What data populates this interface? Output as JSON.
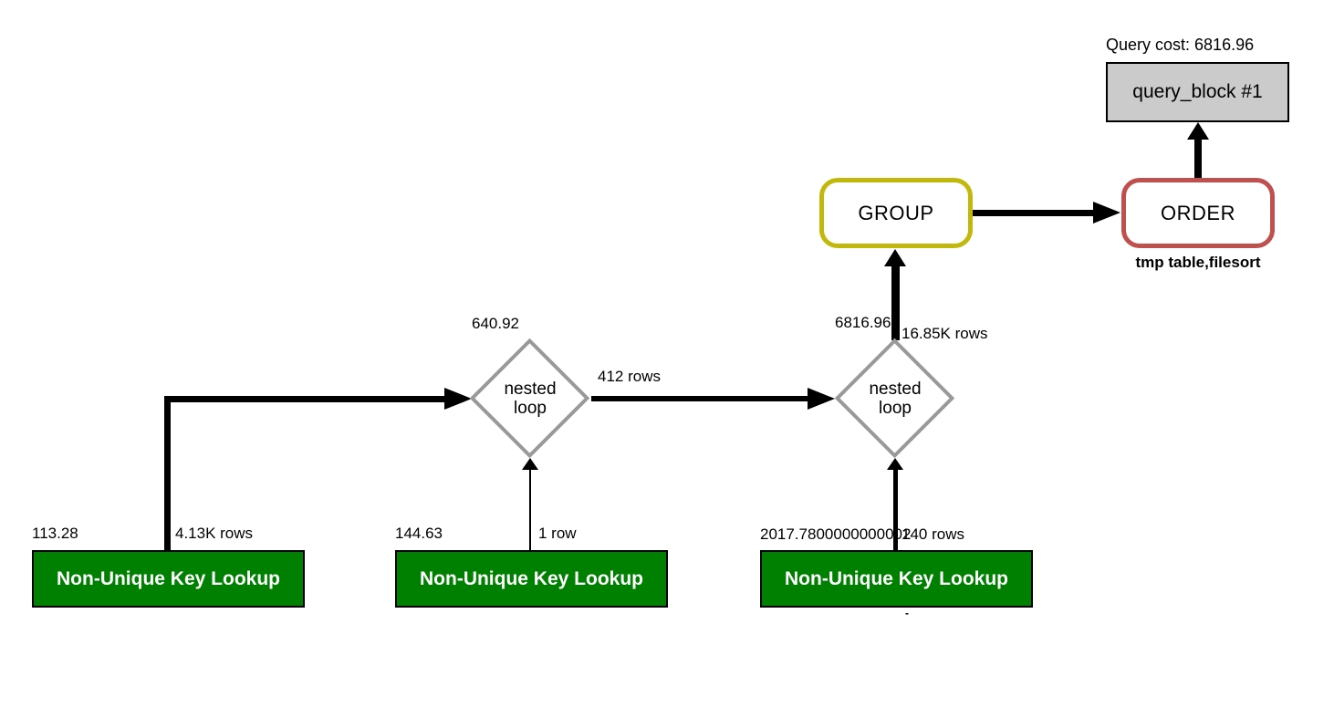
{
  "header": {
    "query_cost_label": "Query cost: 6816.96"
  },
  "nodes": {
    "query_block": {
      "label": "query_block #1"
    },
    "order": {
      "label": "ORDER",
      "sublabel": "tmp table,filesort"
    },
    "group": {
      "label": "GROUP"
    },
    "nested_loop_left": {
      "line1": "nested",
      "line2": "loop",
      "cost": "640.92"
    },
    "nested_loop_right": {
      "line1": "nested",
      "line2": "loop",
      "cost": "6816.96",
      "rows": "16.85K rows"
    },
    "table_left": {
      "label": "Non-Unique Key Lookup",
      "cost": "113.28",
      "rows": "4.13K rows"
    },
    "table_middle": {
      "label": "Non-Unique Key Lookup",
      "cost": "144.63",
      "rows": "1 row"
    },
    "table_right": {
      "label": "Non-Unique Key Lookup",
      "cost": "2017.7800000000002",
      "rows": "140 rows",
      "stray_mark": "-"
    }
  },
  "edges": {
    "left_loop_to_right_loop": {
      "label": "412 rows"
    }
  },
  "colors": {
    "table_fill": "#008000",
    "order_border": "#c0504d",
    "group_border": "#c2b80c",
    "diamond_border": "#999999",
    "query_block_fill": "#cbcbcb",
    "arrow": "#000000"
  }
}
